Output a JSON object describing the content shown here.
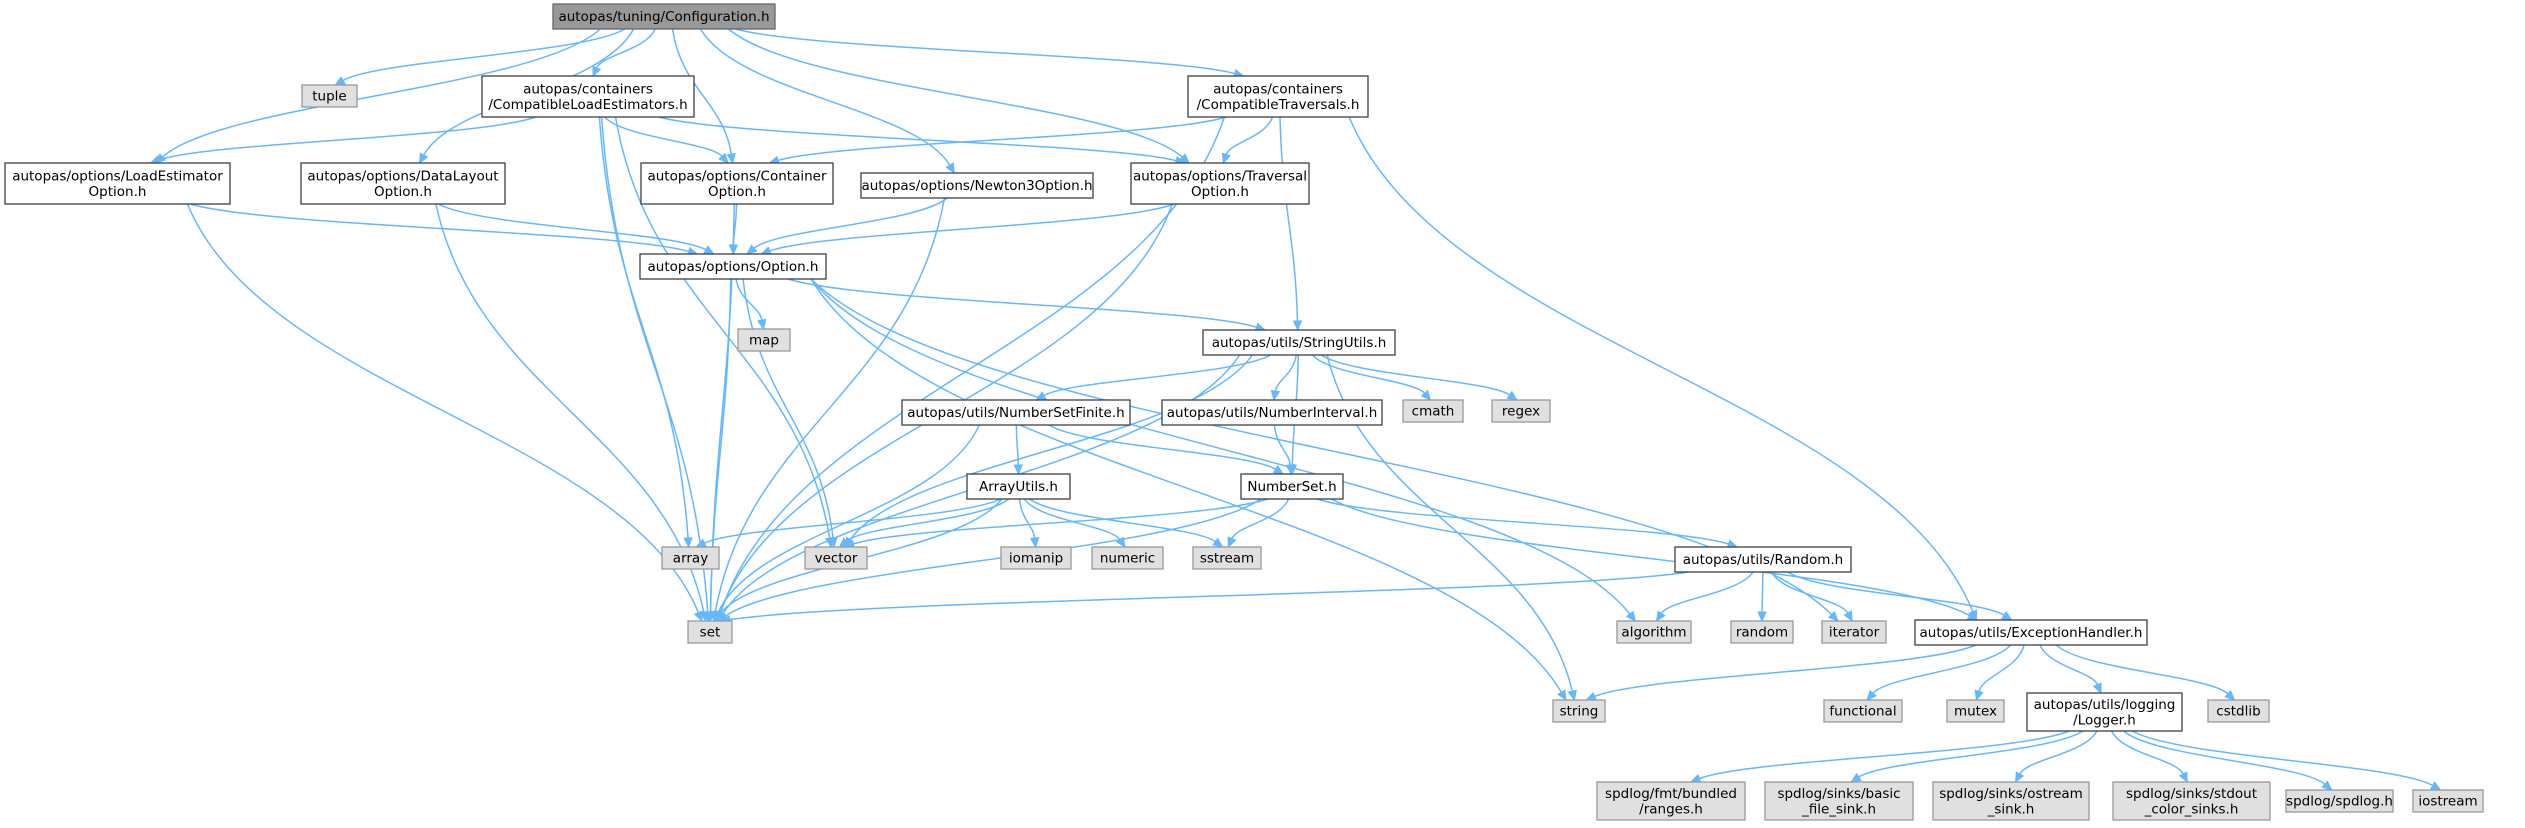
{
  "diagram": {
    "type": "include-dependency-graph",
    "colors": {
      "edge": "#63b8ff",
      "user_fill": "#ffffff",
      "user_stroke": "#404040",
      "system_fill": "#e0e0e0",
      "root_fill": "#999999"
    },
    "nodes": {
      "configuration": {
        "lines": [
          "autopas/tuning/Configuration.h"
        ],
        "kind": "root"
      },
      "tuple": {
        "lines": [
          "tuple"
        ],
        "kind": "system"
      },
      "compat_load": {
        "lines": [
          "autopas/containers",
          "/CompatibleLoadEstimators.h"
        ],
        "kind": "user"
      },
      "compat_trav": {
        "lines": [
          "autopas/containers",
          "/CompatibleTraversals.h"
        ],
        "kind": "user"
      },
      "load_est_opt": {
        "lines": [
          "autopas/options/LoadEstimator",
          "Option.h"
        ],
        "kind": "user"
      },
      "datalayout_opt": {
        "lines": [
          "autopas/options/DataLayout",
          "Option.h"
        ],
        "kind": "user"
      },
      "container_opt": {
        "lines": [
          "autopas/options/Container",
          "Option.h"
        ],
        "kind": "user"
      },
      "newton3_opt": {
        "lines": [
          "autopas/options/Newton3Option.h"
        ],
        "kind": "user"
      },
      "traversal_opt": {
        "lines": [
          "autopas/options/Traversal",
          "Option.h"
        ],
        "kind": "user"
      },
      "option": {
        "lines": [
          "autopas/options/Option.h"
        ],
        "kind": "user"
      },
      "map": {
        "lines": [
          "map"
        ],
        "kind": "system"
      },
      "string_utils": {
        "lines": [
          "autopas/utils/StringUtils.h"
        ],
        "kind": "user"
      },
      "cmath": {
        "lines": [
          "cmath"
        ],
        "kind": "system"
      },
      "regex": {
        "lines": [
          "regex"
        ],
        "kind": "system"
      },
      "numberset_finite": {
        "lines": [
          "autopas/utils/NumberSetFinite.h"
        ],
        "kind": "user"
      },
      "number_interval": {
        "lines": [
          "autopas/utils/NumberInterval.h"
        ],
        "kind": "user"
      },
      "array_utils": {
        "lines": [
          "ArrayUtils.h"
        ],
        "kind": "user"
      },
      "numberset": {
        "lines": [
          "NumberSet.h"
        ],
        "kind": "user"
      },
      "array": {
        "lines": [
          "array"
        ],
        "kind": "system"
      },
      "vector": {
        "lines": [
          "vector"
        ],
        "kind": "system"
      },
      "iomanip": {
        "lines": [
          "iomanip"
        ],
        "kind": "system"
      },
      "numeric": {
        "lines": [
          "numeric"
        ],
        "kind": "system"
      },
      "sstream": {
        "lines": [
          "sstream"
        ],
        "kind": "system"
      },
      "random_h": {
        "lines": [
          "autopas/utils/Random.h"
        ],
        "kind": "user"
      },
      "set": {
        "lines": [
          "set"
        ],
        "kind": "system"
      },
      "algorithm": {
        "lines": [
          "algorithm"
        ],
        "kind": "system"
      },
      "random": {
        "lines": [
          "random"
        ],
        "kind": "system"
      },
      "iterator": {
        "lines": [
          "iterator"
        ],
        "kind": "system"
      },
      "exception": {
        "lines": [
          "autopas/utils/ExceptionHandler.h"
        ],
        "kind": "user"
      },
      "string": {
        "lines": [
          "string"
        ],
        "kind": "system"
      },
      "functional": {
        "lines": [
          "functional"
        ],
        "kind": "system"
      },
      "mutex": {
        "lines": [
          "mutex"
        ],
        "kind": "system"
      },
      "logger": {
        "lines": [
          "autopas/utils/logging",
          "/Logger.h"
        ],
        "kind": "user"
      },
      "cstdlib": {
        "lines": [
          "cstdlib"
        ],
        "kind": "system"
      },
      "spd_ranges": {
        "lines": [
          "spdlog/fmt/bundled",
          "/ranges.h"
        ],
        "kind": "system"
      },
      "spd_basic": {
        "lines": [
          "spdlog/sinks/basic",
          "_file_sink.h"
        ],
        "kind": "system"
      },
      "spd_ostream": {
        "lines": [
          "spdlog/sinks/ostream",
          "_sink.h"
        ],
        "kind": "system"
      },
      "spd_stdout": {
        "lines": [
          "spdlog/sinks/stdout",
          "_color_sinks.h"
        ],
        "kind": "system"
      },
      "spd_spdlog": {
        "lines": [
          "spdlog/spdlog.h"
        ],
        "kind": "system"
      },
      "iostream": {
        "lines": [
          "iostream"
        ],
        "kind": "system"
      }
    },
    "edges": [
      [
        "configuration",
        "tuple"
      ],
      [
        "configuration",
        "compat_load"
      ],
      [
        "configuration",
        "compat_trav"
      ],
      [
        "configuration",
        "load_est_opt"
      ],
      [
        "configuration",
        "datalayout_opt"
      ],
      [
        "configuration",
        "container_opt"
      ],
      [
        "configuration",
        "newton3_opt"
      ],
      [
        "configuration",
        "traversal_opt"
      ],
      [
        "compat_load",
        "load_est_opt"
      ],
      [
        "compat_load",
        "container_opt"
      ],
      [
        "compat_load",
        "traversal_opt"
      ],
      [
        "compat_load",
        "array"
      ],
      [
        "compat_load",
        "vector"
      ],
      [
        "compat_load",
        "set"
      ],
      [
        "compat_trav",
        "container_opt"
      ],
      [
        "compat_trav",
        "traversal_opt"
      ],
      [
        "compat_trav",
        "string_utils"
      ],
      [
        "compat_trav",
        "exception"
      ],
      [
        "compat_trav",
        "set"
      ],
      [
        "load_est_opt",
        "option"
      ],
      [
        "load_est_opt",
        "set"
      ],
      [
        "datalayout_opt",
        "option"
      ],
      [
        "datalayout_opt",
        "set"
      ],
      [
        "container_opt",
        "option"
      ],
      [
        "container_opt",
        "set"
      ],
      [
        "newton3_opt",
        "option"
      ],
      [
        "newton3_opt",
        "set"
      ],
      [
        "traversal_opt",
        "option"
      ],
      [
        "traversal_opt",
        "set"
      ],
      [
        "option",
        "map"
      ],
      [
        "option",
        "string_utils"
      ],
      [
        "option",
        "vector"
      ],
      [
        "option",
        "set"
      ],
      [
        "option",
        "string"
      ],
      [
        "option",
        "algorithm"
      ],
      [
        "option",
        "iterator"
      ],
      [
        "string_utils",
        "numberset_finite"
      ],
      [
        "string_utils",
        "number_interval"
      ],
      [
        "string_utils",
        "numberset"
      ],
      [
        "string_utils",
        "cmath"
      ],
      [
        "string_utils",
        "regex"
      ],
      [
        "string_utils",
        "vector"
      ],
      [
        "string_utils",
        "set"
      ],
      [
        "string_utils",
        "string"
      ],
      [
        "numberset_finite",
        "array_utils"
      ],
      [
        "numberset_finite",
        "numberset"
      ],
      [
        "numberset_finite",
        "set"
      ],
      [
        "number_interval",
        "numberset"
      ],
      [
        "array_utils",
        "array"
      ],
      [
        "array_utils",
        "vector"
      ],
      [
        "array_utils",
        "iomanip"
      ],
      [
        "array_utils",
        "numeric"
      ],
      [
        "array_utils",
        "sstream"
      ],
      [
        "array_utils",
        "set"
      ],
      [
        "numberset",
        "vector"
      ],
      [
        "numberset",
        "sstream"
      ],
      [
        "numberset",
        "set"
      ],
      [
        "numberset",
        "random_h"
      ],
      [
        "numberset",
        "exception"
      ],
      [
        "random_h",
        "set"
      ],
      [
        "random_h",
        "algorithm"
      ],
      [
        "random_h",
        "random"
      ],
      [
        "random_h",
        "iterator"
      ],
      [
        "random_h",
        "exception"
      ],
      [
        "exception",
        "string"
      ],
      [
        "exception",
        "functional"
      ],
      [
        "exception",
        "mutex"
      ],
      [
        "exception",
        "logger"
      ],
      [
        "exception",
        "cstdlib"
      ],
      [
        "logger",
        "spd_ranges"
      ],
      [
        "logger",
        "spd_basic"
      ],
      [
        "logger",
        "spd_ostream"
      ],
      [
        "logger",
        "spd_stdout"
      ],
      [
        "logger",
        "spd_spdlog"
      ],
      [
        "logger",
        "iostream"
      ]
    ]
  }
}
